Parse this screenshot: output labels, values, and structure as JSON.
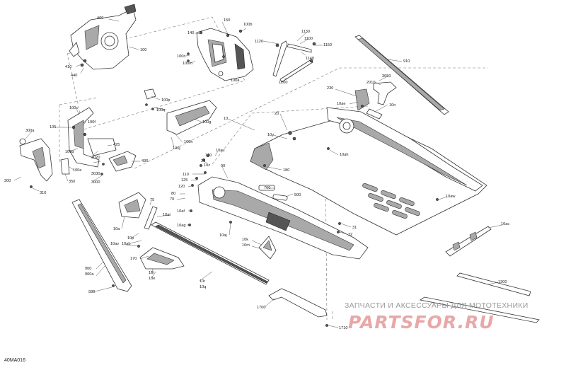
{
  "diagram": {
    "reference_code": "40MA016",
    "callouts": [
      {
        "id": "c-400",
        "label": "400"
      },
      {
        "id": "c-100",
        "label": "100"
      },
      {
        "id": "c-410",
        "label": "410"
      },
      {
        "id": "c-440",
        "label": "440"
      },
      {
        "id": "c-150",
        "label": "150"
      },
      {
        "id": "c-140",
        "label": "140"
      },
      {
        "id": "c-100b",
        "label": "100b"
      },
      {
        "id": "c-100n",
        "label": "100n"
      },
      {
        "id": "c-100m",
        "label": "100m"
      },
      {
        "id": "c-100a",
        "label": "100a"
      },
      {
        "id": "c-1120",
        "label": "1120"
      },
      {
        "id": "c-1130",
        "label": "1130"
      },
      {
        "id": "c-1100",
        "label": "1100"
      },
      {
        "id": "c-1150",
        "label": "1150"
      },
      {
        "id": "c-1140",
        "label": "1140"
      },
      {
        "id": "c-1200",
        "label": "1200"
      },
      {
        "id": "c-910",
        "label": "910"
      },
      {
        "id": "c-3050",
        "label": "3050"
      },
      {
        "id": "c-2010",
        "label": "2010"
      },
      {
        "id": "c-230",
        "label": "230"
      },
      {
        "id": "c-10ae",
        "label": "10ae"
      },
      {
        "id": "c-10n",
        "label": "10n"
      },
      {
        "id": "c-100p",
        "label": "100p"
      },
      {
        "id": "c-100q",
        "label": "100q"
      },
      {
        "id": "c-100g",
        "label": "100g"
      },
      {
        "id": "c-100h",
        "label": "100h"
      },
      {
        "id": "c-100j",
        "label": "100j"
      },
      {
        "id": "c-100c",
        "label": "100c"
      },
      {
        "id": "c-100f",
        "label": "100f"
      },
      {
        "id": "c-105",
        "label": "105"
      },
      {
        "id": "c-100d",
        "label": "100d"
      },
      {
        "id": "c-100e",
        "label": "100e"
      },
      {
        "id": "c-425",
        "label": "425"
      },
      {
        "id": "c-3020",
        "label": "3020"
      },
      {
        "id": "c-3030",
        "label": "3030"
      },
      {
        "id": "c-3000",
        "label": "3000"
      },
      {
        "id": "c-430",
        "label": "430"
      },
      {
        "id": "c-350",
        "label": "350"
      },
      {
        "id": "c-300a",
        "label": "300a"
      },
      {
        "id": "c-300",
        "label": "300"
      },
      {
        "id": "c-310",
        "label": "310"
      },
      {
        "id": "c-10",
        "label": "10"
      },
      {
        "id": "c-20",
        "label": "20"
      },
      {
        "id": "c-10y",
        "label": "10y"
      },
      {
        "id": "c-10ah",
        "label": "10ah"
      },
      {
        "id": "c-180",
        "label": "180"
      },
      {
        "id": "c-10au",
        "label": "10au"
      },
      {
        "id": "c-130",
        "label": "130"
      },
      {
        "id": "c-30",
        "label": "30"
      },
      {
        "id": "c-10z",
        "label": "10z"
      },
      {
        "id": "c-90",
        "label": "90"
      },
      {
        "id": "c-110",
        "label": "110"
      },
      {
        "id": "c-125",
        "label": "125"
      },
      {
        "id": "c-120",
        "label": "120"
      },
      {
        "id": "c-80",
        "label": "80"
      },
      {
        "id": "c-70",
        "label": "70"
      },
      {
        "id": "c-700",
        "label": "700"
      },
      {
        "id": "c-500",
        "label": "500"
      },
      {
        "id": "c-10aw",
        "label": "10aw"
      },
      {
        "id": "c-75",
        "label": "75"
      },
      {
        "id": "c-10at",
        "label": "10at"
      },
      {
        "id": "c-10af",
        "label": "10af"
      },
      {
        "id": "c-10ag",
        "label": "10ag"
      },
      {
        "id": "c-10aj",
        "label": "10aj"
      },
      {
        "id": "c-10k",
        "label": "10k"
      },
      {
        "id": "c-10m",
        "label": "10m"
      },
      {
        "id": "c-31",
        "label": "31"
      },
      {
        "id": "c-32",
        "label": "32"
      },
      {
        "id": "c-10ac",
        "label": "10ac"
      },
      {
        "id": "c-10a",
        "label": "10a"
      },
      {
        "id": "c-10p",
        "label": "10p"
      },
      {
        "id": "c-10ab",
        "label": "10ab"
      },
      {
        "id": "c-10av",
        "label": "10av"
      },
      {
        "id": "c-170",
        "label": "170"
      },
      {
        "id": "c-10l",
        "label": "10l"
      },
      {
        "id": "c-10e",
        "label": "10e"
      },
      {
        "id": "c-10r",
        "label": "10r"
      },
      {
        "id": "c-10q",
        "label": "10q"
      },
      {
        "id": "c-900",
        "label": "900"
      },
      {
        "id": "c-900a",
        "label": "900a"
      },
      {
        "id": "c-920",
        "label": "920"
      },
      {
        "id": "c-1300",
        "label": "1300"
      },
      {
        "id": "c-1700",
        "label": "1700"
      },
      {
        "id": "c-1710",
        "label": "1710"
      }
    ]
  },
  "watermark": {
    "tagline": "ЗАПЧАСТИ И АКСЕССУАРЫ ДЛЯ МОТОТЕХНИКИ",
    "logo": "PARTSFOR.RU"
  }
}
